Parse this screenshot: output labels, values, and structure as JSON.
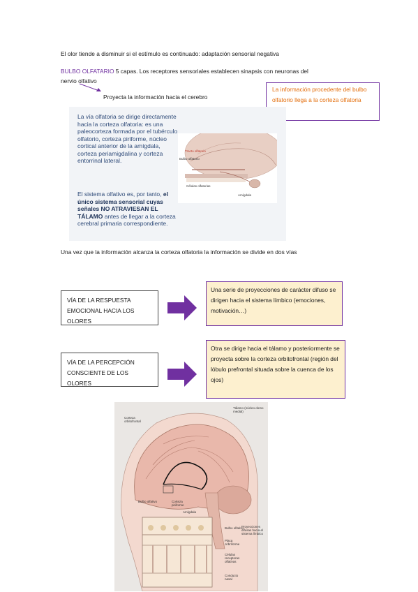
{
  "intro": "El olor tiende a disminuir si el estímulo es continuado: adaptación sensorial negativa",
  "bulbo": {
    "label": "BULBO OLFATARIO",
    "text": " 5 capas. Los receptores sensoriales establecen sinapsis con neuronas del",
    "text2": "nervio olfativo"
  },
  "projects": "Proyecta la información hacia el cerebro",
  "note_box": "La información procedente del bulbo olfatorio llega a la corteza olfatoria",
  "figure1": {
    "para1": "La vía olfatoria se dirige directamente hacia la corteza olfatoria: es una paleocorteza formada por el tubérculo olfatorio, corteza piriforme, núcleo cortical anterior de la amígdala, corteza periamigdalina y corteza entorrinal lateral.",
    "para2_a": "El sistema olfativo es, por tanto, ",
    "para2_b": "el único sistema sensorial cuyas señales NO ATRAVIESAN EL TÁLAMO",
    "para2_c": " antes de llegar a la corteza cerebral primaria correspondiente.",
    "labels": {
      "tracto": "Tracto olfatorio",
      "bulbo": "Bulbo olfatorio",
      "celulas": "Células olfatorias",
      "amigdala": "Amígdala"
    }
  },
  "divides": "Una vez que la información alcanza la corteza olfatoria la información se divide en dos vías",
  "routes": [
    {
      "left": "VÍA DE LA RESPUESTA EMOCIONAL HACIA LOS OLORES",
      "right": "Una serie de proyecciones de carácter difuso se dirigen hacia el sistema límbico (emociones, motivación…)"
    },
    {
      "left": "VÍA DE LA PERCEPCIÓN CONSCIENTE DE LOS OLORES",
      "right": "Otra se dirige hacia el tálamo y posteriormente se proyecta sobre la corteza orbitofrontal (región del lóbulo prefrontal situada sobre la cuenca de los ojos)"
    }
  ],
  "figure2": {
    "labels": {
      "orbito": "Corteza orbitofrontal",
      "talamo": "Tálamo (núcleo dorso medial)",
      "bulbo": "Bulbo olfativo",
      "piriforme": "Corteza piriforme",
      "amigdala": "Amígdala",
      "bulbo2": "Bulbo olfativo",
      "placa": "Placa cribriforme",
      "celulas": "Células receptoras olfativas",
      "conducto": "Conducto nasal",
      "proyecciones": "Proyecciones difusas hacia el sistema límbico"
    }
  },
  "colors": {
    "purple": "#7030a0",
    "orange": "#e36c09",
    "yellow": "#fdf0cf"
  }
}
